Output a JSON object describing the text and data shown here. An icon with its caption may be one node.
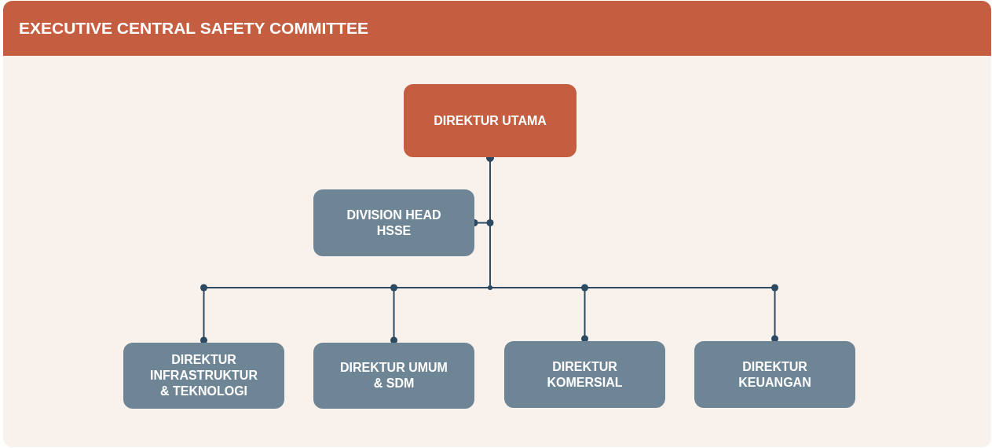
{
  "diagram": {
    "title": "EXECUTIVE CENTRAL SAFETY COMMITTEE",
    "nodes": [
      {
        "text": [
          "DIREKTUR UTAMA"
        ]
      },
      {
        "text": [
          "DIVISION HEAD HSSE"
        ]
      },
      {
        "text": [
          "DIREKTUR INFRASTRUKTUR & TEKNOLOGI"
        ]
      },
      {
        "text": [
          "DIREKTUR UMUM & SDM"
        ]
      },
      {
        "text": [
          "DIREKTUR KOMERSIAL"
        ]
      },
      {
        "text": [
          "DIREKTUR KEUANGAN"
        ]
      }
    ],
    "edges": [
      {
        "from": 0,
        "to": 1,
        "arrow": "other"
      },
      {
        "from": 0,
        "to": 2,
        "arrow": "other"
      },
      {
        "from": 0,
        "to": 3,
        "arrow": "other"
      },
      {
        "from": 0,
        "to": 4,
        "arrow": "other"
      },
      {
        "from": 0,
        "to": 5,
        "arrow": "other"
      }
    ]
  }
}
